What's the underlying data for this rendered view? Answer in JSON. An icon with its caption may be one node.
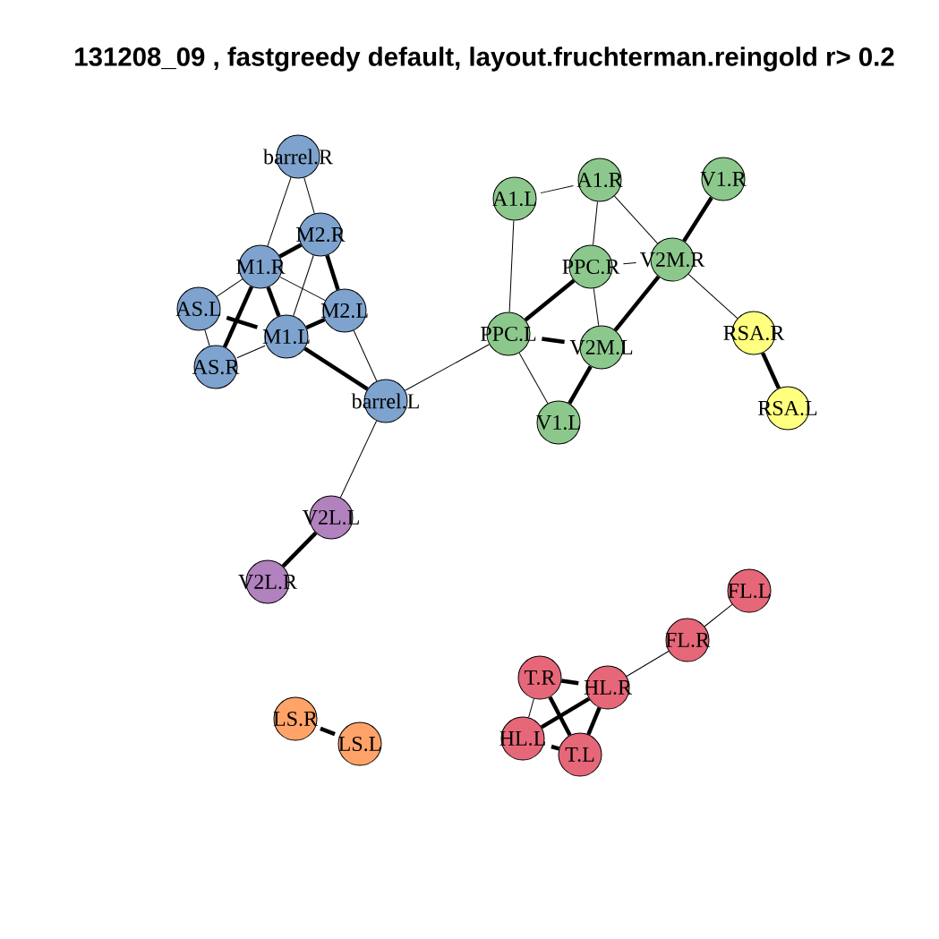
{
  "diagram": {
    "title": "131208_09 , fastgreedy default, layout.fruchterman.reingold r> 0.2",
    "nodes": [
      {
        "text": [
          "barrel.R"
        ]
      },
      {
        "text": [
          "M2.R"
        ]
      },
      {
        "text": [
          "M1.R"
        ]
      },
      {
        "text": [
          "AS.L"
        ]
      },
      {
        "text": [
          "M2.L"
        ]
      },
      {
        "text": [
          "M1.L"
        ]
      },
      {
        "text": [
          "AS.R"
        ]
      },
      {
        "text": [
          "barrel.L"
        ]
      },
      {
        "text": [
          "A1.L"
        ]
      },
      {
        "text": [
          "A1.R"
        ]
      },
      {
        "text": [
          "V1.R"
        ]
      },
      {
        "text": [
          "PPC.R"
        ]
      },
      {
        "text": [
          "V2M.R"
        ]
      },
      {
        "text": [
          "PPC.L"
        ]
      },
      {
        "text": [
          "V2M.L"
        ]
      },
      {
        "text": [
          "V1.L"
        ]
      },
      {
        "text": [
          "RSA.R"
        ]
      },
      {
        "text": [
          "RSA.L"
        ]
      },
      {
        "text": [
          "V2L.L"
        ]
      },
      {
        "text": [
          "V2L.R"
        ]
      },
      {
        "text": [
          "FL.L"
        ]
      },
      {
        "text": [
          "FL.R"
        ]
      },
      {
        "text": [
          "T.R"
        ]
      },
      {
        "text": [
          "HL.R"
        ]
      },
      {
        "text": [
          "HL.L"
        ]
      },
      {
        "text": [
          "T.L"
        ]
      },
      {
        "text": [
          "LS.R"
        ]
      },
      {
        "text": [
          "LS.L"
        ]
      }
    ],
    "edges": [
      {
        "from": 0,
        "to": 1,
        "arrow": "none"
      },
      {
        "from": 0,
        "to": 2,
        "arrow": "none"
      },
      {
        "from": 2,
        "to": 1,
        "arrow": "none",
        "style": "thick"
      },
      {
        "from": 1,
        "to": 4,
        "arrow": "none",
        "style": "thick"
      },
      {
        "from": 1,
        "to": 5,
        "arrow": "none"
      },
      {
        "from": 2,
        "to": 3,
        "arrow": "none"
      },
      {
        "from": 2,
        "to": 4,
        "arrow": "none"
      },
      {
        "from": 2,
        "to": 5,
        "arrow": "none",
        "style": "thick"
      },
      {
        "from": 2,
        "to": 6,
        "arrow": "none",
        "style": "thick"
      },
      {
        "from": 3,
        "to": 5,
        "arrow": "none",
        "style": "thick"
      },
      {
        "from": 3,
        "to": 6,
        "arrow": "none"
      },
      {
        "from": 4,
        "to": 5,
        "arrow": "none",
        "style": "thick"
      },
      {
        "from": 4,
        "to": 7,
        "arrow": "none"
      },
      {
        "from": 5,
        "to": 6,
        "arrow": "none"
      },
      {
        "from": 5,
        "to": 7,
        "arrow": "none",
        "style": "thick"
      },
      {
        "from": 7,
        "to": 13,
        "arrow": "none"
      },
      {
        "from": 7,
        "to": 18,
        "arrow": "none"
      },
      {
        "from": 8,
        "to": 9,
        "arrow": "none"
      },
      {
        "from": 8,
        "to": 13,
        "arrow": "none"
      },
      {
        "from": 9,
        "to": 11,
        "arrow": "none"
      },
      {
        "from": 9,
        "to": 12,
        "arrow": "none"
      },
      {
        "from": 10,
        "to": 12,
        "arrow": "none",
        "style": "thick"
      },
      {
        "from": 11,
        "to": 12,
        "arrow": "none"
      },
      {
        "from": 11,
        "to": 13,
        "arrow": "none",
        "style": "thick"
      },
      {
        "from": 11,
        "to": 14,
        "arrow": "none"
      },
      {
        "from": 12,
        "to": 14,
        "arrow": "none",
        "style": "thick"
      },
      {
        "from": 12,
        "to": 16,
        "arrow": "none"
      },
      {
        "from": 13,
        "to": 14,
        "arrow": "none",
        "style": "thick"
      },
      {
        "from": 13,
        "to": 15,
        "arrow": "none"
      },
      {
        "from": 14,
        "to": 15,
        "arrow": "none",
        "style": "thick"
      },
      {
        "from": 16,
        "to": 17,
        "arrow": "none",
        "style": "thick"
      },
      {
        "from": 18,
        "to": 19,
        "arrow": "none",
        "style": "thick"
      },
      {
        "from": 20,
        "to": 21,
        "arrow": "none"
      },
      {
        "from": 21,
        "to": 23,
        "arrow": "none"
      },
      {
        "from": 22,
        "to": 23,
        "arrow": "none",
        "style": "thick"
      },
      {
        "from": 22,
        "to": 24,
        "arrow": "none"
      },
      {
        "from": 22,
        "to": 25,
        "arrow": "none",
        "style": "thick"
      },
      {
        "from": 23,
        "to": 24,
        "arrow": "none",
        "style": "thick"
      },
      {
        "from": 23,
        "to": 25,
        "arrow": "none",
        "style": "thick"
      },
      {
        "from": 24,
        "to": 25,
        "arrow": "none",
        "style": "thick"
      },
      {
        "from": 26,
        "to": 27,
        "arrow": "none",
        "style": "thick"
      }
    ]
  }
}
